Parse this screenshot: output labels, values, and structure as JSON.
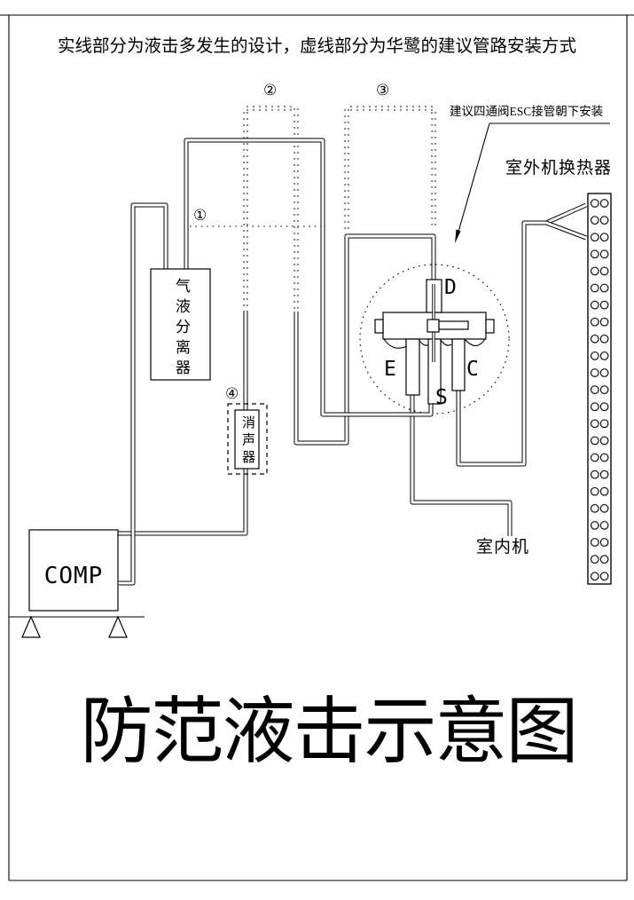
{
  "page": {
    "top_note": "实线部分为液击多发生的设计，虚线部分为华鹭的建议管路安装方式",
    "title": "防范液击示意图"
  },
  "annotations": {
    "valve_note": "建议四通阀ESC接管朝下安装",
    "outdoor_heat_exchanger": "室外机换热器",
    "indoor_unit": "室内机"
  },
  "components": {
    "gas_liquid_separator": "气液分离器",
    "muffler": "消声器",
    "compressor": "COMP"
  },
  "valve_ports": {
    "discharge": "D",
    "evaporator": "E",
    "suction": "S",
    "condenser": "C"
  },
  "markers": {
    "m1": "①",
    "m2": "②",
    "m3": "③",
    "m4": "④"
  },
  "colors": {
    "line": "#000000",
    "background": "#ffffff"
  }
}
